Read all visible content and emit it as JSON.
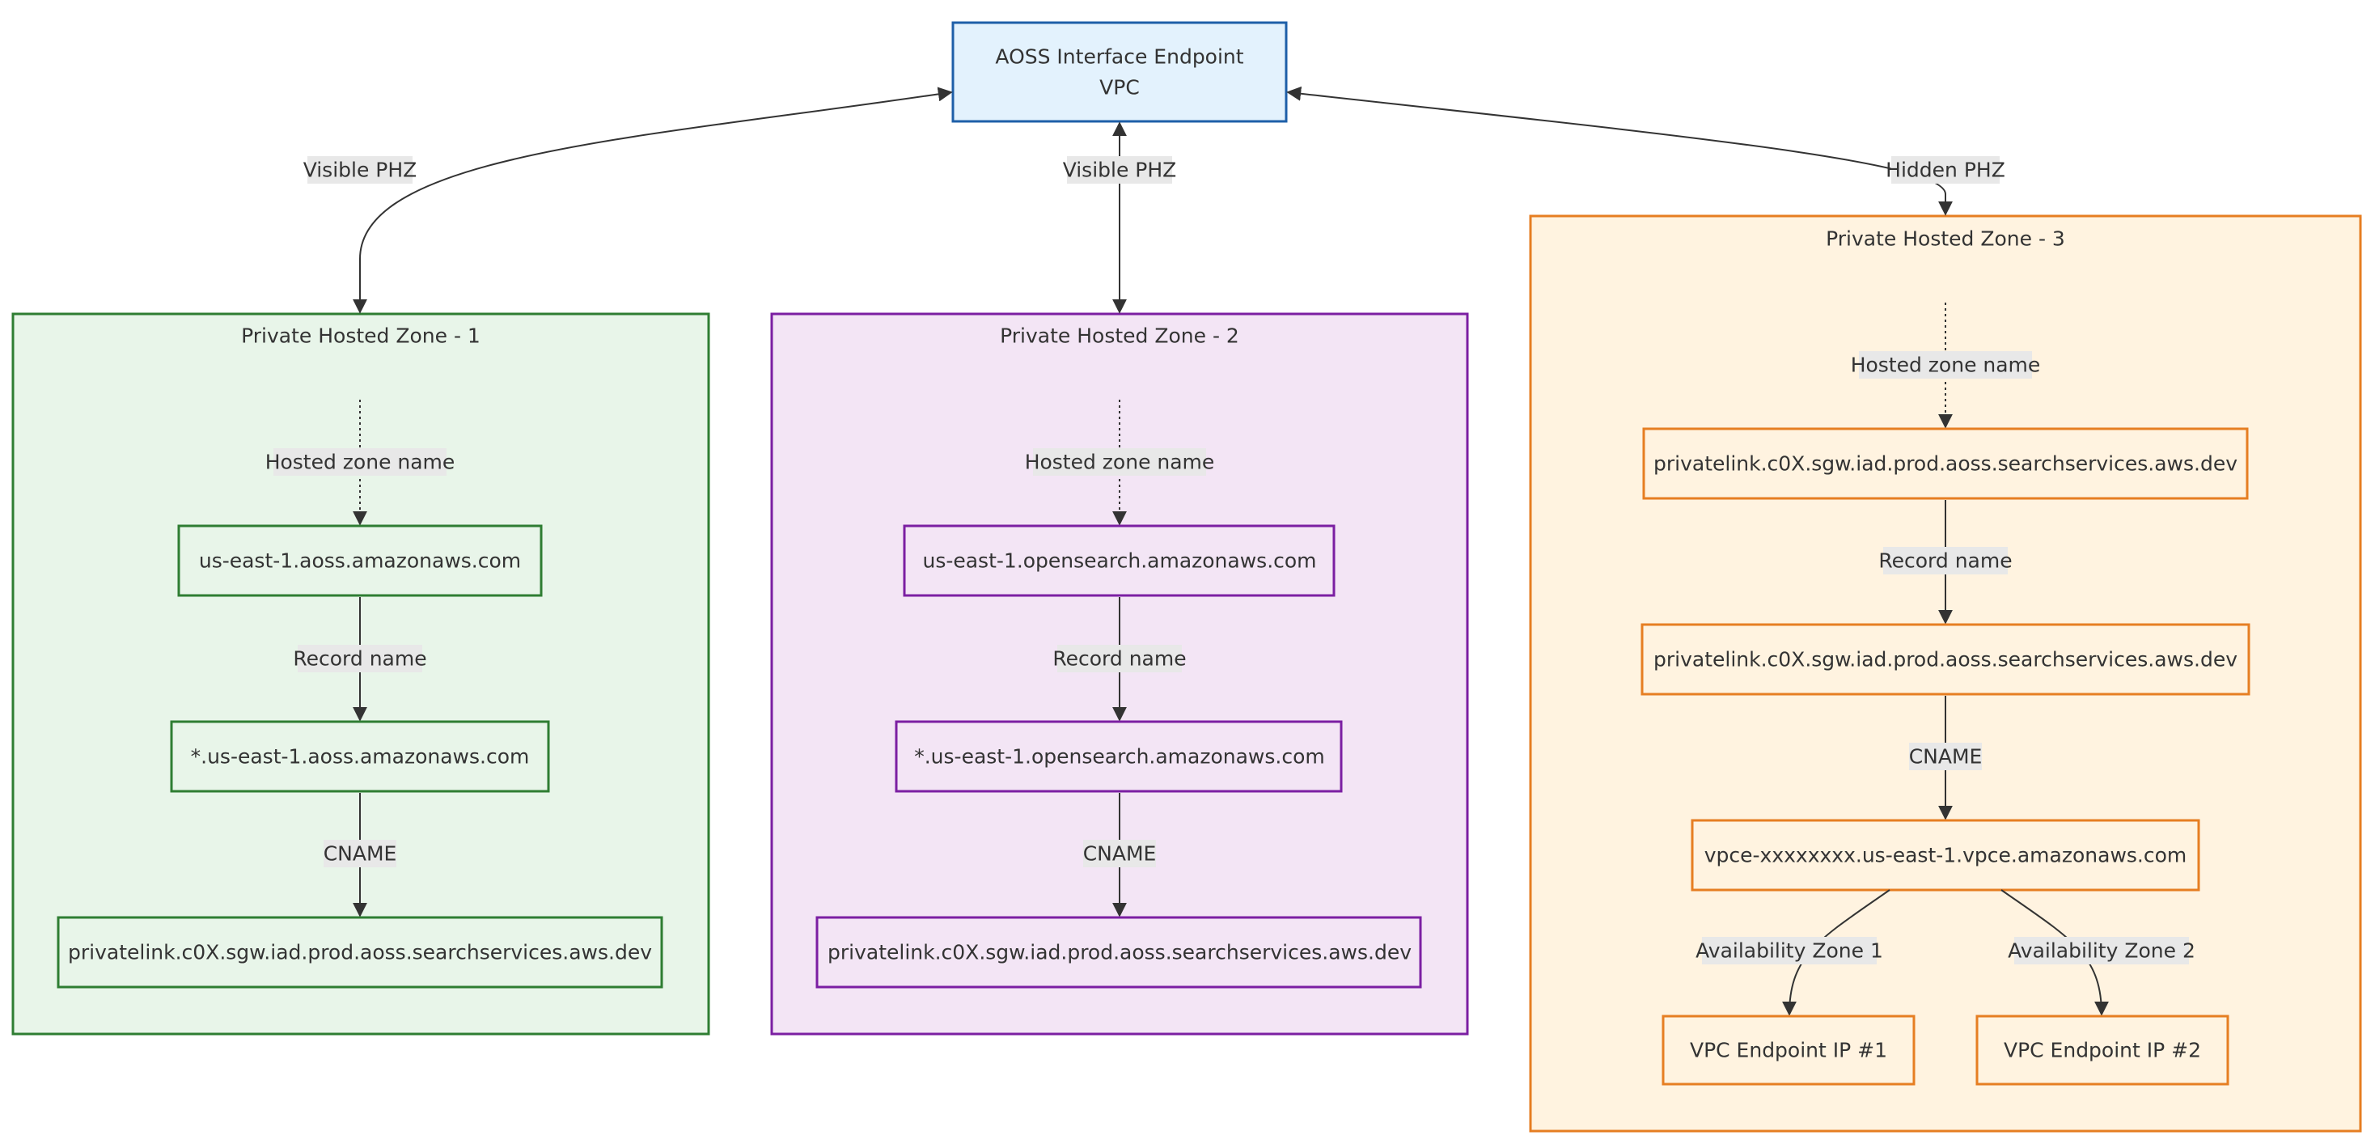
{
  "endpoint": {
    "line1": "AOSS Interface Endpoint",
    "line2": "VPC"
  },
  "edges": {
    "visible_phz_1": "Visible PHZ",
    "visible_phz_2": "Visible PHZ",
    "hidden_phz": "Hidden PHZ"
  },
  "zone1": {
    "title": "Private Hosted Zone - 1",
    "hosted_zone_label": "Hosted zone name",
    "hosted_zone": "us-east-1.aoss.amazonaws.com",
    "record_label": "Record name",
    "record": "*.us-east-1.aoss.amazonaws.com",
    "cname_label": "CNAME",
    "cname": "privatelink.c0X.sgw.iad.prod.aoss.searchservices.aws.dev"
  },
  "zone2": {
    "title": "Private Hosted Zone - 2",
    "hosted_zone_label": "Hosted zone name",
    "hosted_zone": "us-east-1.opensearch.amazonaws.com",
    "record_label": "Record name",
    "record": "*.us-east-1.opensearch.amazonaws.com",
    "cname_label": "CNAME",
    "cname": "privatelink.c0X.sgw.iad.prod.aoss.searchservices.aws.dev"
  },
  "zone3": {
    "title": "Private Hosted Zone - 3",
    "hosted_zone_label": "Hosted zone name",
    "hosted_zone": "privatelink.c0X.sgw.iad.prod.aoss.searchservices.aws.dev",
    "record_label": "Record name",
    "record": "privatelink.c0X.sgw.iad.prod.aoss.searchservices.aws.dev",
    "cname_label": "CNAME",
    "cname": "vpce-xxxxxxxx.us-east-1.vpce.amazonaws.com",
    "az1_label": "Availability Zone 1",
    "az2_label": "Availability Zone 2",
    "ip1": "VPC Endpoint IP #1",
    "ip2": "VPC Endpoint IP #2"
  },
  "colors": {
    "endpoint_fill": "#e3f2fd",
    "endpoint_stroke": "#1e5fa8",
    "zone1_fill": "#e8f5e9",
    "zone1_stroke": "#2e7d32",
    "zone2_fill": "#f3e5f5",
    "zone2_stroke": "#7b1fa2",
    "zone3_fill": "#fff3e0",
    "zone3_stroke": "#e67e22",
    "edge": "#333333",
    "label_bg": "#e8e8e8"
  }
}
